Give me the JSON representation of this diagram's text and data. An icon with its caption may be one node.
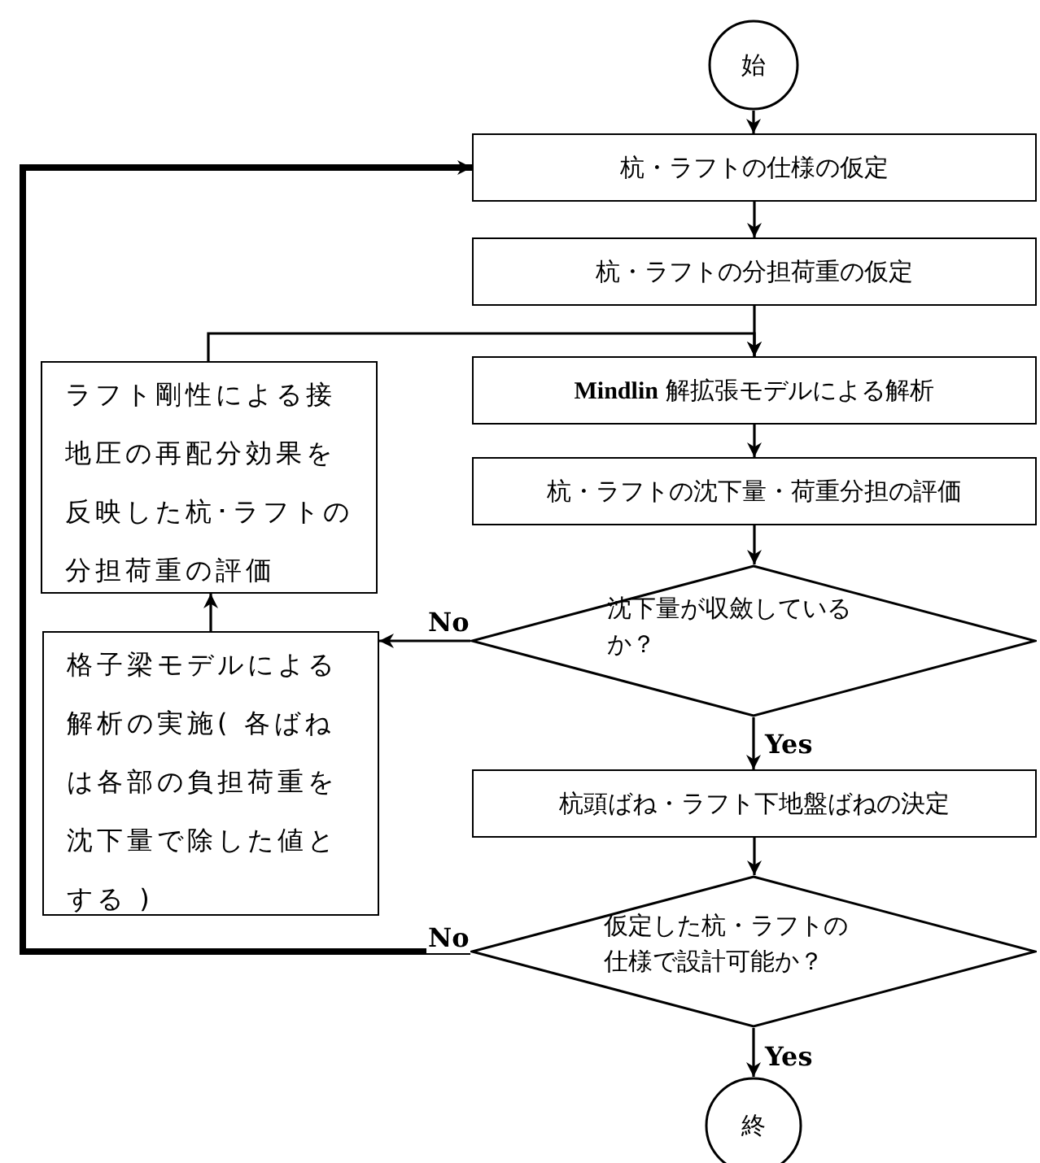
{
  "diagram": {
    "nodes": [
      {
        "text": [
          "始"
        ]
      },
      {
        "text": [
          "杭・ラフトの仕様の仮定"
        ]
      },
      {
        "text": [
          "杭・ラフトの分担荷重の仮定"
        ]
      },
      {
        "text": [
          "**Mindlin** 解拡張モデルによる解析"
        ]
      },
      {
        "text": [
          "杭・ラフトの沈下量・荷重分担の評価"
        ]
      },
      {
        "text": [
          "沈下量が収斂しているか？"
        ]
      },
      {
        "text": [
          "ラフト剛性による接地圧の再配分効果を反映した杭･ラフトの分担荷重の評価"
        ]
      },
      {
        "text": [
          "格子梁モデルによる解析の実施( 各ばねは各部の負担荷重を沈下量で除した値とする )"
        ]
      },
      {
        "text": [
          "杭頭ばね・ラフト下地盤ばねの決定"
        ]
      },
      {
        "text": [
          "仮定した杭・ラフトの仕様で設計可能か？"
        ]
      },
      {
        "text": [
          "終"
        ]
      }
    ],
    "edges": [
      {
        "from": 0,
        "to": 1,
        "arrow": "to"
      },
      {
        "from": 1,
        "to": 2,
        "arrow": "to"
      },
      {
        "from": 2,
        "to": 3,
        "arrow": "to"
      },
      {
        "from": 3,
        "to": 4,
        "arrow": "to"
      },
      {
        "from": 4,
        "to": 5,
        "arrow": "to"
      },
      {
        "from": 5,
        "to": 7,
        "arrow": "to",
        "label": "No"
      },
      {
        "from": 7,
        "to": 6,
        "arrow": "to"
      },
      {
        "from": 6,
        "to": 3,
        "arrow": "to"
      },
      {
        "from": 5,
        "to": 8,
        "arrow": "to",
        "label": "Yes"
      },
      {
        "from": 8,
        "to": 9,
        "arrow": "to"
      },
      {
        "from": 9,
        "to": 1,
        "arrow": "to",
        "label": "No",
        "style": "thick"
      },
      {
        "from": 9,
        "to": 10,
        "arrow": "to",
        "label": "Yes"
      }
    ]
  }
}
